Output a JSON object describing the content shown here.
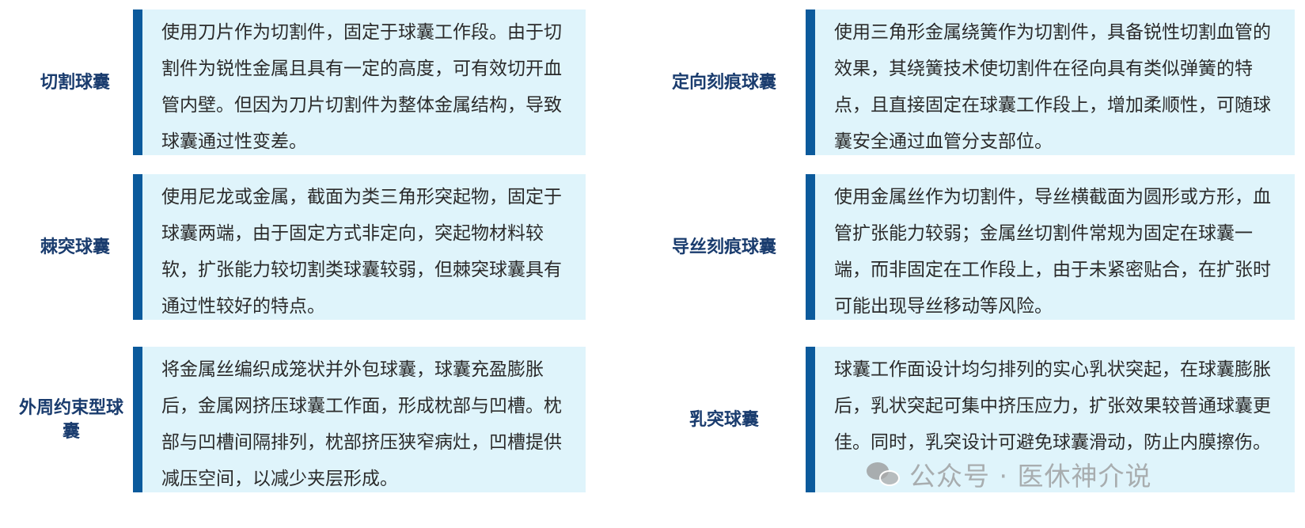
{
  "items": [
    {
      "label": "切割球囊",
      "text": "使用刀片作为切割件，固定于球囊工作段。由于切割件为锐性金属且具有一定的高度，可有效切开血管内壁。但因为刀片切割件为整体金属结构，导致球囊通过性变差。"
    },
    {
      "label": "定向刻痕球囊",
      "text": "使用三角形金属绕簧作为切割件，具备锐性切割血管的效果，其绕簧技术使切割件在径向具有类似弹簧的特点，且直接固定在球囊工作段上，增加柔顺性，可随球囊安全通过血管分支部位。"
    },
    {
      "label": "棘突球囊",
      "text": "使用尼龙或金属，截面为类三角形突起物，固定于球囊两端，由于固定方式非定向，突起物材料较软，扩张能力较切割类球囊较弱，但棘突球囊具有通过性较好的特点。"
    },
    {
      "label": "导丝刻痕球囊",
      "text": "使用金属丝作为切割件，导丝横截面为圆形或方形，血管扩张能力较弱；金属丝切割件常规为固定在球囊一端，而非固定在工作段上，由于未紧密贴合，在扩张时可能出现导丝移动等风险。"
    },
    {
      "label": "外周约束型球囊",
      "text": "将金属丝编织成笼状并外包球囊，球囊充盈膨胀后，金属网挤压球囊工作面，形成枕部与凹槽。枕部与凹槽间隔排列，枕部挤压狭窄病灶，凹槽提供减压空间，以减少夹层形成。"
    },
    {
      "label": "乳突球囊",
      "text": "球囊工作面设计均匀排列的实心乳状突起，在球囊膨胀后，乳状突起可集中挤压应力，扩张效果较普通球囊更佳。同时，乳突设计可避免球囊滑动，防止内膜擦伤。"
    }
  ],
  "watermark": "公众号 · 医休神介说",
  "colors": {
    "accent_bar": "#0b5a9c",
    "card_bg": "#dff4fb",
    "label_text": "#1a3c6e"
  }
}
